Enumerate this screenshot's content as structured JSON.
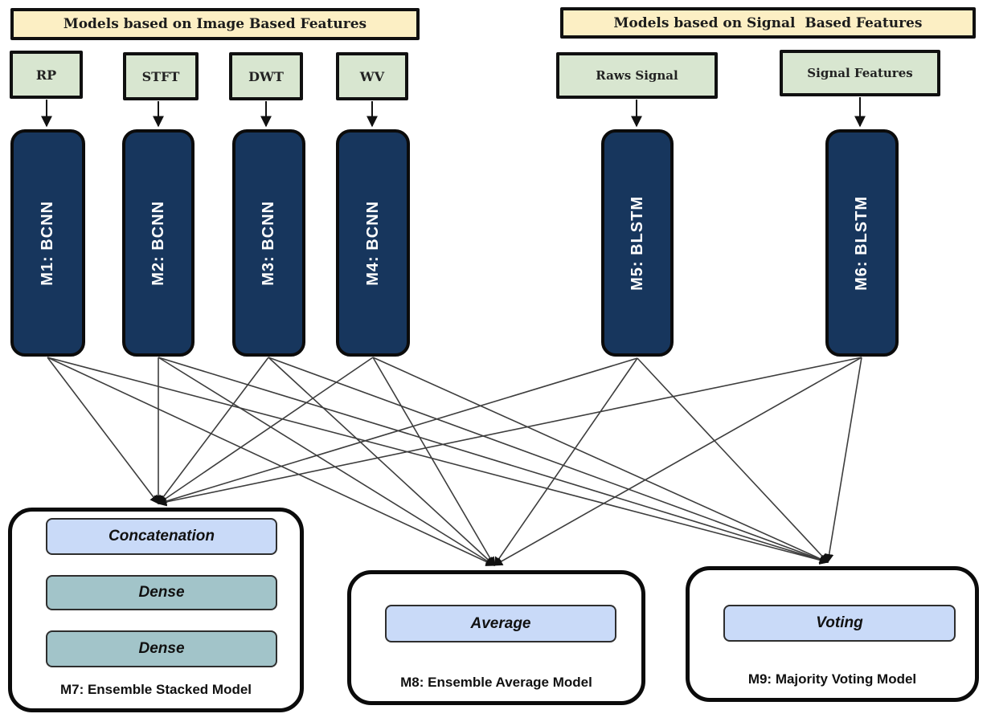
{
  "headers": [
    {
      "id": "image-header",
      "label": "Models based on Image Based Features"
    },
    {
      "id": "signal-header",
      "label": "Models based on Signal  Based Features"
    }
  ],
  "inputs": [
    {
      "id": "rp",
      "label": "RP",
      "to": "m1"
    },
    {
      "id": "stft",
      "label": "STFT",
      "to": "m2"
    },
    {
      "id": "dwt",
      "label": "DWT",
      "to": "m3"
    },
    {
      "id": "wv",
      "label": "WV",
      "to": "m4"
    },
    {
      "id": "raws",
      "label": "Raws Signal",
      "to": "m5"
    },
    {
      "id": "sigfeat",
      "label": "Signal Features",
      "to": "m6"
    }
  ],
  "models": [
    {
      "id": "m1",
      "label": "M1: BCNN"
    },
    {
      "id": "m2",
      "label": "M2: BCNN"
    },
    {
      "id": "m3",
      "label": "M3: BCNN"
    },
    {
      "id": "m4",
      "label": "M4: BCNN"
    },
    {
      "id": "m5",
      "label": "M5: BLSTM"
    },
    {
      "id": "m6",
      "label": "M6: BLSTM"
    }
  ],
  "ensembles": [
    {
      "id": "m7",
      "label": "M7: Ensemble Stacked Model",
      "layers": [
        "Concatenation",
        "Dense",
        "Dense"
      ]
    },
    {
      "id": "m8",
      "label": "M8: Ensemble Average Model",
      "layers": [
        "Average"
      ]
    },
    {
      "id": "m9",
      "label": "M9: Majority Voting Model",
      "layers": [
        "Voting"
      ]
    }
  ],
  "edges": [
    {
      "from": "m1",
      "to": "m7"
    },
    {
      "from": "m1",
      "to": "m8"
    },
    {
      "from": "m1",
      "to": "m9"
    },
    {
      "from": "m2",
      "to": "m7"
    },
    {
      "from": "m2",
      "to": "m8"
    },
    {
      "from": "m2",
      "to": "m9"
    },
    {
      "from": "m3",
      "to": "m7"
    },
    {
      "from": "m3",
      "to": "m8"
    },
    {
      "from": "m3",
      "to": "m9"
    },
    {
      "from": "m4",
      "to": "m7"
    },
    {
      "from": "m4",
      "to": "m8"
    },
    {
      "from": "m4",
      "to": "m9"
    },
    {
      "from": "m5",
      "to": "m7"
    },
    {
      "from": "m5",
      "to": "m8"
    },
    {
      "from": "m5",
      "to": "m9"
    },
    {
      "from": "m6",
      "to": "m7"
    },
    {
      "from": "m6",
      "to": "m8"
    },
    {
      "from": "m6",
      "to": "m9"
    }
  ],
  "colors": {
    "header_bg": "#FCEFC4",
    "input_bg": "#D8E6D0",
    "model_bg": "#17365D",
    "layer_periwinkle": "#C9DAF8",
    "layer_teal": "#A2C4C9",
    "edge_stroke": "#3d3d3d"
  }
}
